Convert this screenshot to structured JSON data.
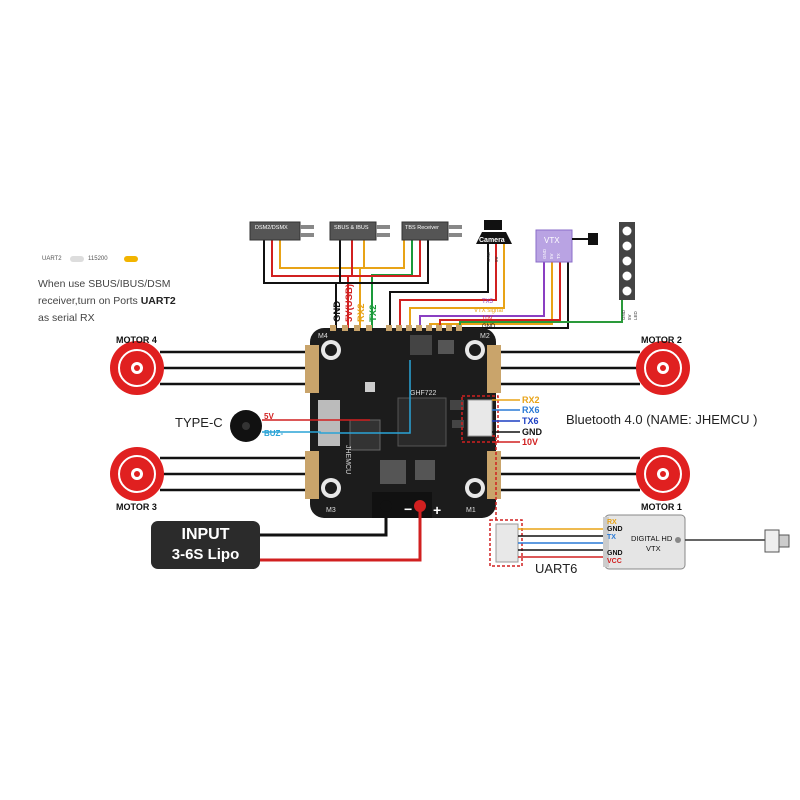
{
  "note": {
    "uart_label": "UART2",
    "uart_value": "115200",
    "line1": "When use SBUS/IBUS/DSM",
    "line2_prefix": "receiver,turn on Ports ",
    "line2_bold": "UART2",
    "line3": "as serial RX"
  },
  "receivers": {
    "dsm": "DSM2/DSMX",
    "sbus": "SBUS & IBUS",
    "tbs": "TBS Receiver",
    "camera": "Camera",
    "vtx": "VTX"
  },
  "receiver_pins": {
    "camera": [
      "GND",
      "5V"
    ],
    "vtx": [
      "GND",
      "5V",
      "TX"
    ],
    "led": [
      "GND",
      "5V",
      "LED"
    ]
  },
  "top_wires": [
    "GND",
    "5V(USB)",
    "RX2",
    "TX2"
  ],
  "top_wire_colors": [
    "#111111",
    "#d12020",
    "#e8a317",
    "#1a9a3a"
  ],
  "bus_labels": [
    "TX5",
    "VTX signal",
    "10V",
    "GND"
  ],
  "motors": {
    "m1": "MOTOR 1",
    "m2": "MOTOR 2",
    "m3": "MOTOR 3",
    "m4": "MOTOR 4"
  },
  "pad_labels": {
    "m1": "M1",
    "m2": "M2",
    "m3": "M3",
    "m4": "M4",
    "board": "GHF722",
    "brand": "JHEMCU",
    "minus": "−",
    "plus": "+"
  },
  "typec": {
    "label": "TYPE-C",
    "pin_5v": "5V",
    "pin_buz": "BUZ-"
  },
  "bluetooth": {
    "pins": [
      "RX2",
      "RX6",
      "TX6",
      "GND",
      "10V"
    ],
    "pin_colors": [
      "#e8a317",
      "#2a7ad6",
      "#1b3fc2",
      "#111111",
      "#d12020"
    ],
    "label": "Bluetooth 4.0 (NAME: JHEMCU )"
  },
  "input": {
    "line1": "INPUT",
    "line2": "3-6S Lipo"
  },
  "uart6": {
    "label": "UART6"
  },
  "digital_vtx": {
    "pins": [
      "RX",
      "GND",
      "TX",
      "GND",
      "VCC"
    ],
    "title_line1": "DIGITAL HD",
    "title_line2": "VTX"
  },
  "colors": {
    "red": "#d12020",
    "black": "#111111",
    "yellow": "#e8a317",
    "green": "#1a9a3a",
    "blue": "#2a7ad6",
    "purple": "#8a3fc2",
    "board": "#1c1c1c",
    "motor": "#e02020"
  }
}
